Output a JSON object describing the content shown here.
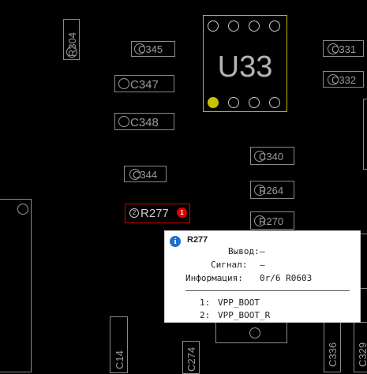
{
  "board": {
    "chip_label": "U33",
    "components": {
      "r304": "R304",
      "c345": "C345",
      "c347": "C347",
      "c348": "C348",
      "c344": "C344",
      "c331": "C331",
      "c332": "C332",
      "c340": "C340",
      "r264": "R264",
      "r270": "R270",
      "r277": "R277",
      "c14": "C14",
      "c274": "C274",
      "c336": "C336",
      "c329": "C329"
    },
    "selected_pin_badges": {
      "left": "2",
      "right": "1"
    },
    "colors": {
      "highlight": "#cc0000",
      "chip_outline": "#c8b400",
      "pin1": "#c8c000"
    }
  },
  "tooltip": {
    "title": "R277",
    "info_icon": "info-icon",
    "rows": [
      {
        "label": "Вывод:",
        "value": "—"
      },
      {
        "label": "Сигнал:",
        "value": "—"
      },
      {
        "label": "Информация:",
        "value": "0r/6 R0603"
      }
    ],
    "pins": [
      {
        "num": "1:",
        "net": "VPP_BOOT"
      },
      {
        "num": "2:",
        "net": "VPP_BOOT_R"
      }
    ]
  }
}
